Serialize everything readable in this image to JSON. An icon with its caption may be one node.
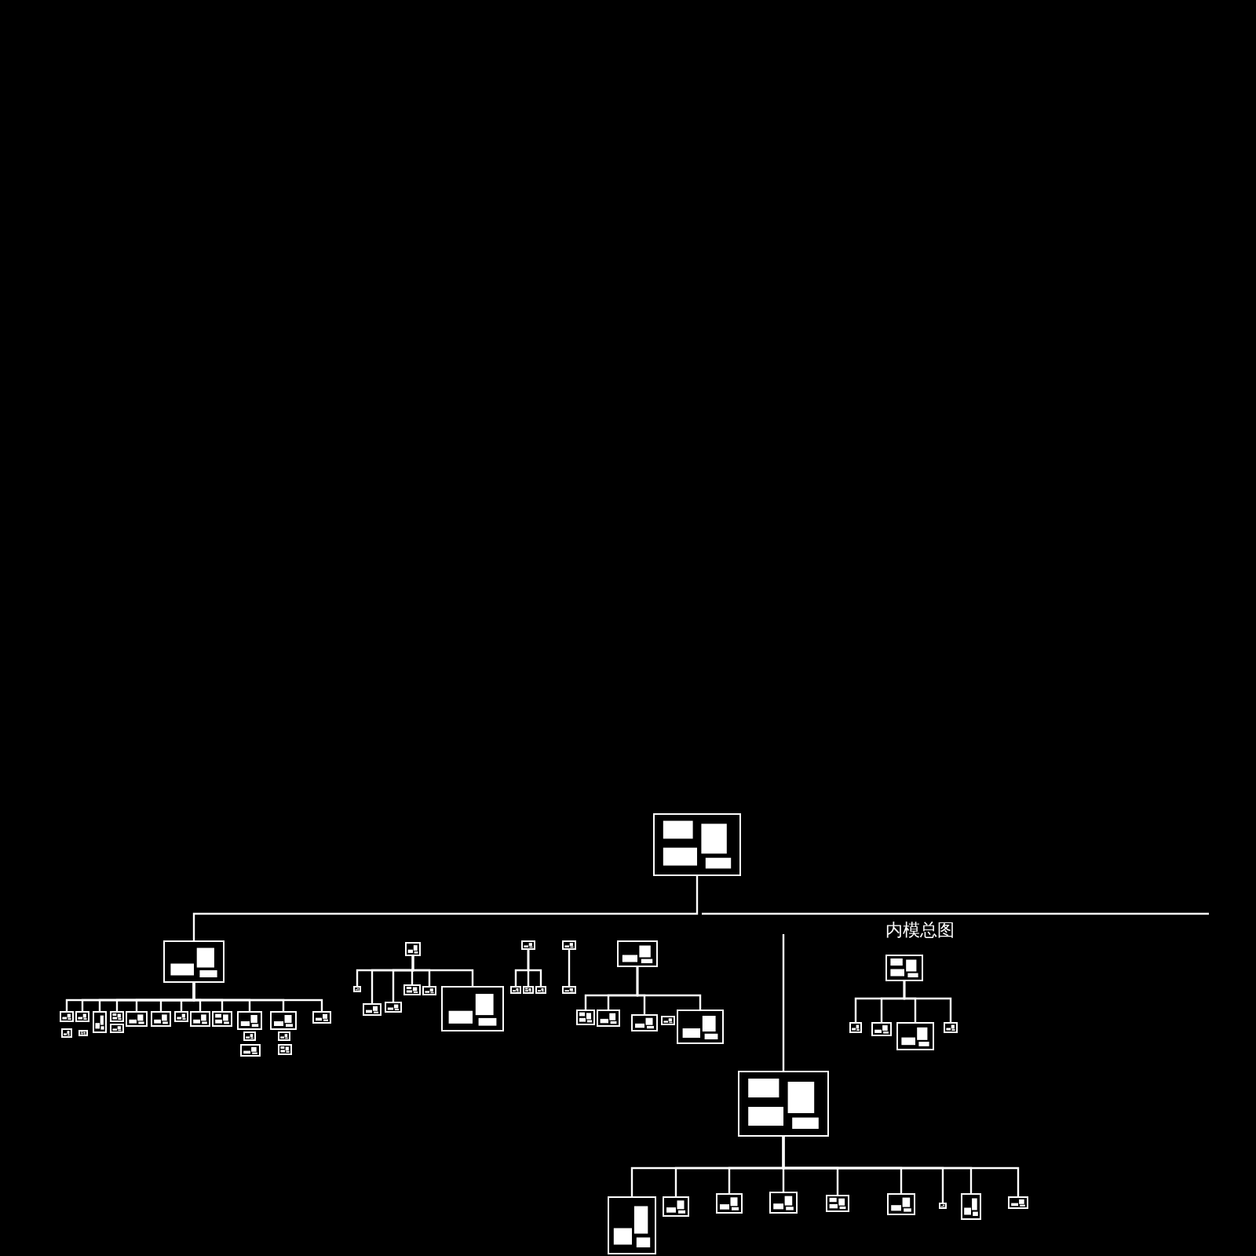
{
  "diagram": {
    "nodes": [
      {
        "text": [],
        "shape": "picture"
      },
      {
        "text": [],
        "shape": "picture"
      },
      {
        "text": [],
        "shape": "picture"
      },
      {
        "text": [],
        "shape": "picture"
      },
      {
        "text": [],
        "shape": "picture"
      },
      {
        "text": [],
        "shape": "picture"
      },
      {
        "text": [],
        "shape": "picture"
      },
      {
        "text": [],
        "shape": "picture"
      },
      {
        "text": [],
        "shape": "picture"
      },
      {
        "text": [],
        "shape": "picture"
      },
      {
        "text": [],
        "shape": "picture"
      },
      {
        "text": [],
        "shape": "picture"
      },
      {
        "text": [],
        "shape": "picture"
      },
      {
        "text": [],
        "shape": "picture"
      },
      {
        "text": [],
        "shape": "picture"
      },
      {
        "text": [],
        "shape": "picture"
      },
      {
        "text": [],
        "shape": "picture"
      },
      {
        "text": [],
        "shape": "picture"
      },
      {
        "text": [],
        "shape": "picture"
      },
      {
        "text": [],
        "shape": "picture"
      },
      {
        "text": [],
        "shape": "picture"
      },
      {
        "text": [],
        "shape": "picture"
      },
      {
        "text": [],
        "shape": "picture"
      },
      {
        "text": [],
        "shape": "picture"
      },
      {
        "text": [],
        "shape": "picture"
      },
      {
        "text": [],
        "shape": "picture"
      },
      {
        "text": [],
        "shape": "picture"
      },
      {
        "text": [],
        "shape": "picture"
      },
      {
        "text": [],
        "shape": "picture"
      },
      {
        "text": [],
        "shape": "picture"
      },
      {
        "text": [],
        "shape": "picture"
      },
      {
        "text": [],
        "shape": "picture"
      },
      {
        "text": [],
        "shape": "picture"
      },
      {
        "text": [],
        "shape": "picture"
      },
      {
        "text": [],
        "shape": "picture"
      },
      {
        "text": [],
        "shape": "picture"
      },
      {
        "text": [],
        "shape": "picture"
      },
      {
        "text": [],
        "shape": "picture"
      },
      {
        "text": [],
        "shape": "picture"
      },
      {
        "text": [],
        "shape": "picture"
      },
      {
        "text": [
          "内模总图"
        ]
      },
      {
        "text": [],
        "shape": "picture"
      },
      {
        "text": [],
        "shape": "picture"
      },
      {
        "text": [],
        "shape": "picture"
      },
      {
        "text": [],
        "shape": "picture"
      },
      {
        "text": [],
        "shape": "picture"
      },
      {
        "text": [],
        "shape": "picture"
      },
      {
        "text": [],
        "shape": "picture"
      },
      {
        "text": [],
        "shape": "picture"
      },
      {
        "text": [],
        "shape": "picture"
      },
      {
        "text": [],
        "shape": "picture"
      },
      {
        "text": [],
        "shape": "picture"
      },
      {
        "text": [],
        "shape": "picture"
      },
      {
        "text": [],
        "shape": "picture"
      },
      {
        "text": [],
        "shape": "picture"
      }
    ],
    "edges": [
      {
        "from": 0,
        "to": 1,
        "arrow": "none"
      },
      {
        "from": 1,
        "to": 2,
        "arrow": "none"
      },
      {
        "from": 1,
        "to": 3,
        "arrow": "none"
      },
      {
        "from": 1,
        "to": 4,
        "arrow": "none"
      },
      {
        "from": 1,
        "to": 5,
        "arrow": "none"
      },
      {
        "from": 1,
        "to": 6,
        "arrow": "none"
      },
      {
        "from": 1,
        "to": 7,
        "arrow": "none"
      },
      {
        "from": 1,
        "to": 8,
        "arrow": "none"
      },
      {
        "from": 1,
        "to": 9,
        "arrow": "none"
      },
      {
        "from": 1,
        "to": 10,
        "arrow": "none"
      },
      {
        "from": 1,
        "to": 11,
        "arrow": "none"
      },
      {
        "from": 1,
        "to": 12,
        "arrow": "none"
      },
      {
        "from": 1,
        "to": 13,
        "arrow": "none"
      },
      {
        "from": 21,
        "to": 22,
        "arrow": "none"
      },
      {
        "from": 21,
        "to": 23,
        "arrow": "none"
      },
      {
        "from": 21,
        "to": 24,
        "arrow": "none"
      },
      {
        "from": 21,
        "to": 25,
        "arrow": "none"
      },
      {
        "from": 21,
        "to": 26,
        "arrow": "none"
      },
      {
        "from": 21,
        "to": 27,
        "arrow": "none"
      },
      {
        "from": 28,
        "to": 29,
        "arrow": "none"
      },
      {
        "from": 28,
        "to": 30,
        "arrow": "none"
      },
      {
        "from": 28,
        "to": 31,
        "arrow": "none"
      },
      {
        "from": 32,
        "to": 33,
        "arrow": "none"
      },
      {
        "from": 34,
        "to": 35,
        "arrow": "none"
      },
      {
        "from": 34,
        "to": 36,
        "arrow": "none"
      },
      {
        "from": 34,
        "to": 37,
        "arrow": "none"
      },
      {
        "from": 34,
        "to": 39,
        "arrow": "none"
      },
      {
        "from": 40,
        "to": 41,
        "arrow": "none"
      },
      {
        "from": 40,
        "to": 42,
        "arrow": "none"
      },
      {
        "from": 40,
        "to": 43,
        "arrow": "none"
      },
      {
        "from": 40,
        "to": 44,
        "arrow": "none"
      },
      {
        "from": null,
        "to": 45,
        "arrow": "none"
      },
      {
        "from": 45,
        "to": 46,
        "arrow": "none"
      },
      {
        "from": 45,
        "to": 47,
        "arrow": "none"
      },
      {
        "from": 45,
        "to": 48,
        "arrow": "none"
      },
      {
        "from": 45,
        "to": 49,
        "arrow": "none"
      },
      {
        "from": 45,
        "to": 50,
        "arrow": "none"
      },
      {
        "from": 45,
        "to": 51,
        "arrow": "none"
      },
      {
        "from": 45,
        "to": 52,
        "arrow": "none"
      },
      {
        "from": 45,
        "to": 53,
        "arrow": "none"
      },
      {
        "from": 45,
        "to": 54,
        "arrow": "none"
      }
    ]
  }
}
